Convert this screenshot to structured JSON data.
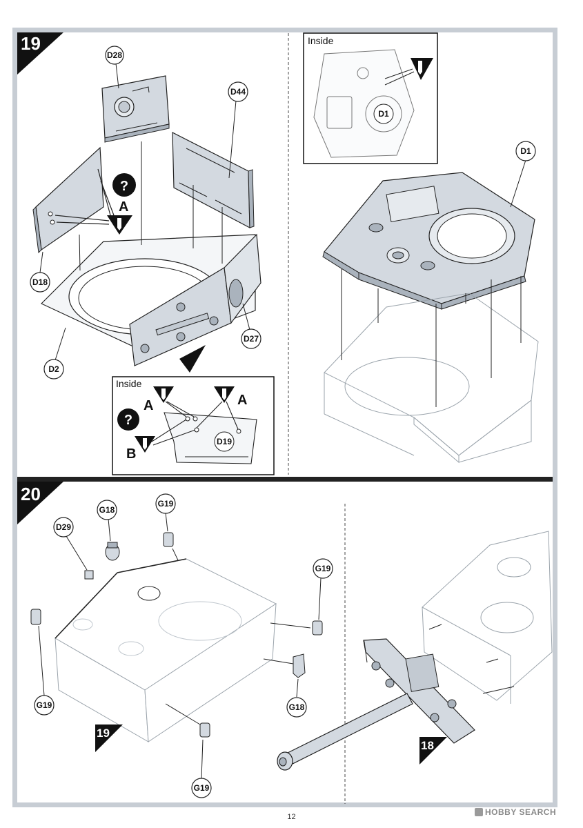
{
  "page": {
    "number": "12"
  },
  "watermark": {
    "text": "HOBBY SEARCH"
  },
  "step19": {
    "number": "19",
    "parts": [
      "D28",
      "D44",
      "D18",
      "D2",
      "D27",
      "D1"
    ],
    "inset_top": {
      "title": "Inside",
      "part": "D1"
    },
    "inset_bottom": {
      "title": "Inside",
      "part": "D19",
      "letter_a": "A",
      "letter_b": "B"
    },
    "markers": [
      "?",
      "A"
    ]
  },
  "step20": {
    "number": "20",
    "parts": [
      "G18",
      "G19",
      "D29",
      "G19",
      "G19",
      "G18",
      "G19"
    ],
    "ref_19": "19",
    "ref_18": "18"
  },
  "colors": {
    "part_fill": "#d3d9e0",
    "part_dark": "#aab3bd",
    "line": "#222222",
    "ghost": "#9aa3ab",
    "frame": "#c7cdd4"
  }
}
